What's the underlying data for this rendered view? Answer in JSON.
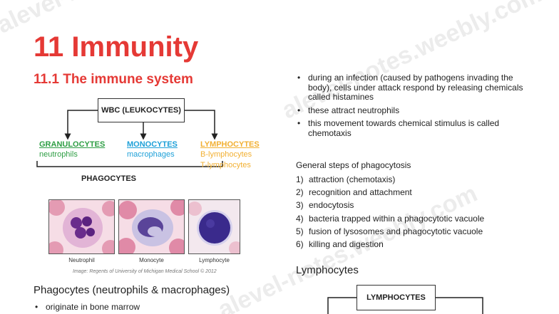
{
  "header": {
    "title": "11 Immunity",
    "subtitle": "11.1 The immune system"
  },
  "diagram": {
    "root": "WBC (LEUKOCYTES)",
    "branches": [
      {
        "label": "GRANULOCYTES",
        "color": "#2e9e44",
        "items": [
          "neutrophils"
        ]
      },
      {
        "label": "MONOCYTES",
        "color": "#1ea0d8",
        "items": [
          "macrophages"
        ]
      },
      {
        "label": "LYMPHOCYTES",
        "color": "#f2b033",
        "items": [
          "B-lymphocytes",
          "T-lymphocytes"
        ]
      }
    ],
    "group_label": "PHAGOCYTES"
  },
  "micrographs": {
    "cells": [
      {
        "caption": "Neutrophil",
        "icon": "neutrophil-cell"
      },
      {
        "caption": "Monocyte",
        "icon": "monocyte-cell"
      },
      {
        "caption": "Lymphocyte",
        "icon": "lymphocyte-cell"
      }
    ],
    "credit": "Image: Regents of University of Michigan Medical School © 2012"
  },
  "phagocytes_section": {
    "heading": "Phagocytes (neutrophils & macrophages)",
    "bullets": [
      "originate in bone marrow"
    ]
  },
  "right_column": {
    "bullets": [
      "during an infection (caused by pathogens invading the body), cells under attack respond by releasing chemicals called histamines",
      "these attract neutrophils",
      "this movement towards chemical stimulus is called chemotaxis"
    ],
    "steps_heading": "General steps of phagocytosis",
    "steps": [
      {
        "num": "1)",
        "text": "attraction (chemotaxis)"
      },
      {
        "num": "2)",
        "text": "recognition and attachment"
      },
      {
        "num": "3)",
        "text": "endocytosis"
      },
      {
        "num": "4)",
        "text": "bacteria trapped within a phagocytotic vacuole"
      },
      {
        "num": "5)",
        "text": "fusion of lysosomes and phagocytotic vacuole"
      },
      {
        "num": "6)",
        "text": "killing and digestion"
      }
    ],
    "lymphocytes_heading": "Lymphocytes",
    "lymphocytes_box": "LYMPHOCYTES"
  },
  "watermark": "alevel-notes.weebly.com",
  "colors": {
    "accent": "#e53935"
  }
}
